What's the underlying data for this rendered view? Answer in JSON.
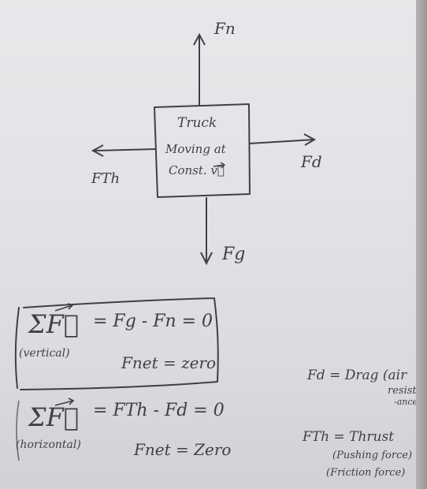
{
  "diagram": {
    "box_text": {
      "line1": "Truck",
      "line2": "Moving at",
      "line3": "Const. v⃗"
    },
    "forces": {
      "up": "Fn",
      "down": "Fg",
      "left": "FTh",
      "right": "Fd"
    }
  },
  "equations": {
    "vertical": {
      "lhs": "ΣF⃗",
      "sub": "(vertical)",
      "rhs": "= Fg - Fn = 0",
      "net": "Fnet = zero"
    },
    "horizontal": {
      "lhs": "ΣF⃗",
      "sub": "(horizontal)",
      "rhs": "= FTh - Fd = 0",
      "net": "Fnet = Zero"
    }
  },
  "legend": {
    "drag": {
      "label": "Fd = Drag (air",
      "cont1": "resist",
      "cont2": "-ance"
    },
    "thrust": {
      "label": "FTh = Thrust",
      "cont1": "(Pushing force)",
      "cont2": "(Friction force)"
    }
  },
  "colors": {
    "ink": "#3f4046",
    "paper": "#e6e4e8"
  }
}
